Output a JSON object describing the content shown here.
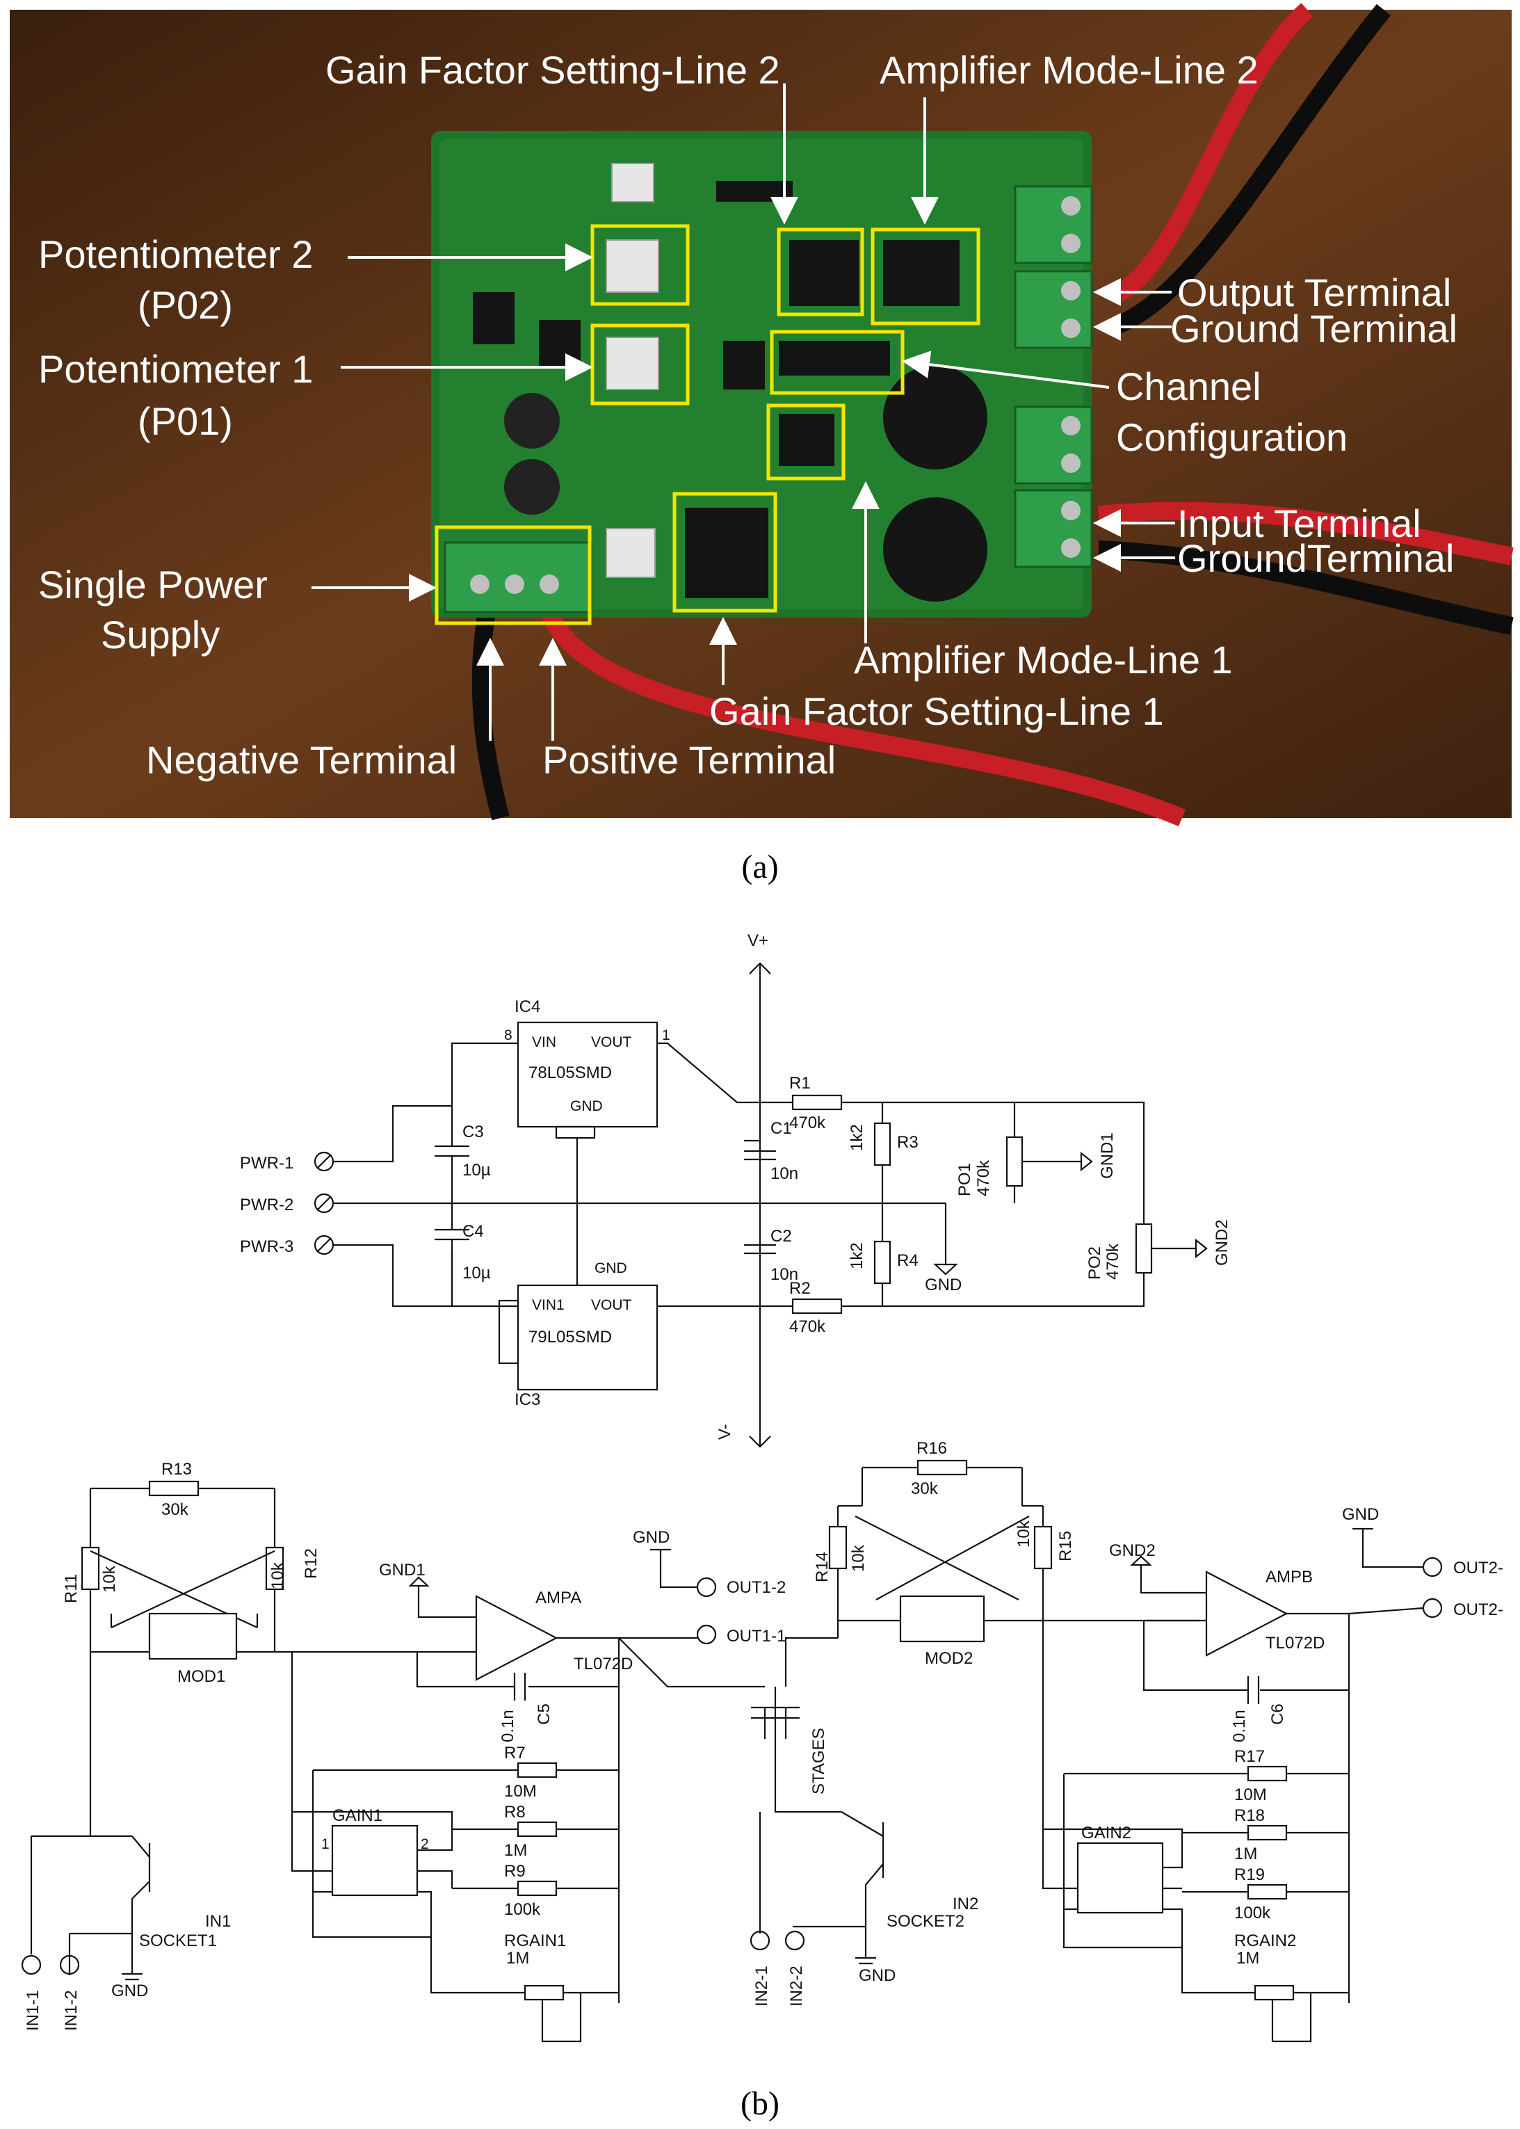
{
  "panel_a": {
    "caption": "(a)",
    "labels": {
      "gain_line2": "Gain Factor Setting-Line 2",
      "amp_line2": "Amplifier Mode-Line 2",
      "pot2_a": "Potentiometer 2",
      "pot2_b": "(P02)",
      "pot1_a": "Potentiometer 1",
      "pot1_b": "(P01)",
      "output_terminal": "Output Terminal",
      "ground_terminal_top": "Ground Terminal",
      "channel_a": "Channel",
      "channel_b": "Configuration",
      "input_terminal": "Input Terminal",
      "ground_terminal_bottom": "GroundTerminal",
      "power_a": "Single Power",
      "power_b": "Supply",
      "amp_line1": "Amplifier Mode-Line 1",
      "gain_line1": "Gain Factor Setting-Line 1",
      "negative": "Negative Terminal",
      "positive": "Positive Terminal"
    },
    "colors": {
      "wood": "#5a3418",
      "pcb": "#1f7a2b",
      "wire_red": "#d0202a",
      "wire_black": "#111111",
      "highlight": "#f2e600"
    }
  },
  "panel_b": {
    "caption": "(b)",
    "power": {
      "vplus": "V+",
      "vminus": "V-",
      "ic4": "IC4",
      "ic4_part": "78L05SMD",
      "ic4_vin": "VIN",
      "ic4_vout": "VOUT",
      "ic4_gnd": "GND",
      "ic3": "IC3",
      "ic3_part": "79L05SMD",
      "ic3_vin": "VIN1",
      "ic3_vout": "VOUT",
      "ic3_gnd": "GND",
      "pwr1": "PWR-1",
      "pwr2": "PWR-2",
      "pwr3": "PWR-3",
      "c3": "C3",
      "c3v": "10µ",
      "c4": "C4",
      "c4v": "10µ",
      "c1": "C1",
      "c1v": "10n",
      "c2": "C2",
      "c2v": "10n",
      "r1": "R1",
      "r1v": "470k",
      "r2": "R2",
      "r2v": "470k",
      "r3": "R3",
      "r3v": "1k2",
      "r4": "R4",
      "r4v": "1k2",
      "gnd": "GND",
      "po1": "PO1",
      "po1v": "470k",
      "gnd1": "GND1",
      "po2": "PO2",
      "po2v": "470k",
      "gnd2": "GND2"
    },
    "line1": {
      "r13": "R13",
      "r13v": "30k",
      "r11": "R11",
      "r11v": "10k",
      "r12": "R12",
      "r12v": "10k",
      "mod1": "MOD1",
      "gnd1": "GND1",
      "ampa": "AMPA",
      "ampa_part": "TL072D",
      "c5": "C5",
      "c5v": "0.1n",
      "r7": "R7",
      "r7v": "10M",
      "r8": "R8",
      "r8v": "1M",
      "r9": "R9",
      "r9v": "100k",
      "gain1": "GAIN1",
      "rgain1": "RGAIN1",
      "rgain1v": "1M",
      "in1": "IN1",
      "socket1": "SOCKET1",
      "in1_1": "IN1-1",
      "in1_2": "IN1-2",
      "gnd": "GND",
      "out1_1": "OUT1-1",
      "out1_2": "OUT1-2",
      "gnd_out": "GND"
    },
    "stages": "STAGES",
    "line2": {
      "r16": "R16",
      "r16v": "30k",
      "r14": "R14",
      "r14v": "10k",
      "r15": "R15",
      "r15v": "10k",
      "mod2": "MOD2",
      "gnd2": "GND2",
      "ampb": "AMPB",
      "ampb_part": "TL072D",
      "c6": "C6",
      "c6v": "0.1n",
      "r17": "R17",
      "r17v": "10M",
      "r18": "R18",
      "r18v": "1M",
      "r19": "R19",
      "r19v": "100k",
      "gain2": "GAIN2",
      "rgain2": "RGAIN2",
      "rgain2v": "1M",
      "in2": "IN2",
      "socket2": "SOCKET2",
      "in2_1": "IN2-1",
      "in2_2": "IN2-2",
      "gnd": "GND",
      "out2_1": "OUT2-",
      "out2_2": "OUT2-",
      "gnd_out": "GND"
    }
  }
}
